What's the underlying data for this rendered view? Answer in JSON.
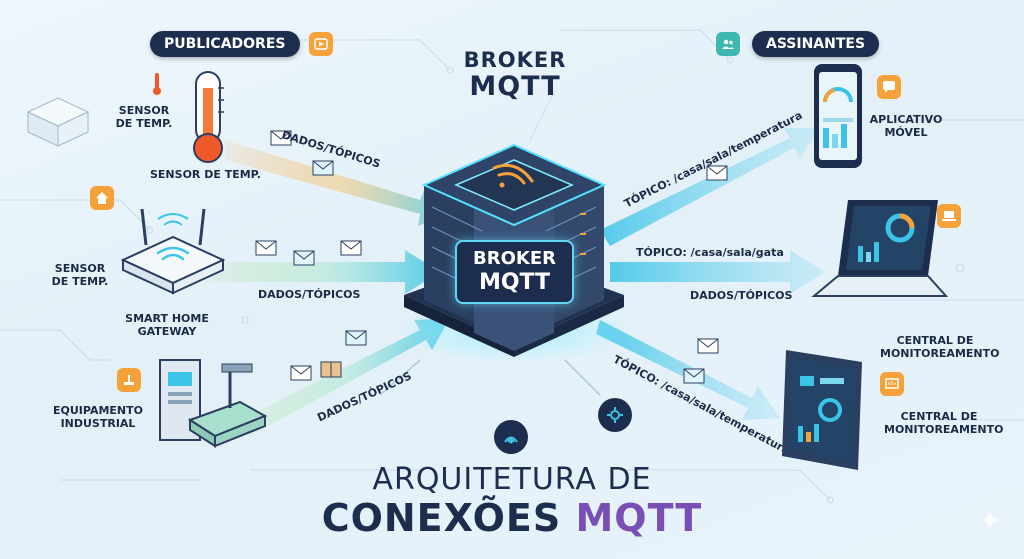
{
  "badges": {
    "publishers": "PUBLICADORES",
    "subscribers": "ASSINANTES"
  },
  "broker": {
    "top_line1": "BROKER",
    "top_line2": "MQTT",
    "center_line1": "BROKER",
    "center_line2": "MQTT"
  },
  "publishers": {
    "sensor_top_line1": "SENSOR",
    "sensor_top_line2": "DE TEMP.",
    "sensor_thermo_label": "SENSOR DE TEMP.",
    "sensor_left_line1": "SENSOR",
    "sensor_left_line2": "DE TEMP.",
    "gateway_line1": "SMART HOME",
    "gateway_line2": "GATEWAY",
    "industrial_line1": "EQUIPAMENTO",
    "industrial_line2": "INDUSTRIAL"
  },
  "subscribers": {
    "mobile_line1": "APLICATIVO",
    "mobile_line2": "MÓVEL",
    "central1_line1": "CENTRAL DE",
    "central1_line2": "MONITOREAMENTO",
    "central2_line1": "CENTRAL DE",
    "central2_line2": "MONITOREAMENTO"
  },
  "flows": {
    "in_top": "DADOS/TÓPICOS",
    "in_mid": "DADOS/TÓPICOS",
    "in_bottom": "DADOS/TÓPICOS",
    "out_top": "TÓPICO: /casa/sala/temperatura",
    "out_mid_topic": "TÓPICO: /casa/sala/gata",
    "out_mid_data": "DADOS/TÓPICOS",
    "out_bottom": "TÓPICO: /casa/sala/temperatura"
  },
  "title": {
    "line1": "ARQUITETURA DE",
    "line2_main": "CONEXÕES",
    "line2_accent": "MQTT"
  },
  "colors": {
    "navy": "#1d2d4d",
    "accent_cyan": "#3cc4e8",
    "accent_purple": "#7a4fb5",
    "badge_orange": "#f6a23a",
    "badge_teal": "#3db8b0"
  },
  "icons": {
    "publishers_badge": "play-icon",
    "subscribers_badge": "users-icon"
  }
}
